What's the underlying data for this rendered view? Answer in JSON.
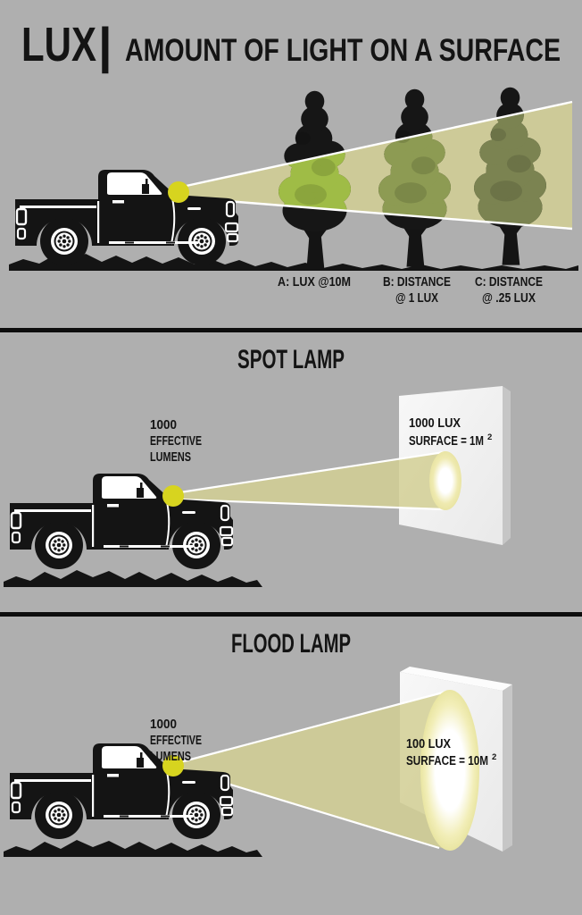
{
  "header": {
    "brand": "LUX",
    "separator": "|",
    "subtitle": "AMOUNT OF LIGHT ON A SURFACE"
  },
  "distance_diagram": {
    "label_a_line1": "A: LUX @10M",
    "label_b_line1": "B: DISTANCE",
    "label_b_line2": "@ 1 LUX",
    "label_c_line1": "C: DISTANCE",
    "label_c_line2": "@ .25 LUX"
  },
  "spot_section": {
    "heading": "SPOT LAMP",
    "lamp_output_line1": "1000",
    "lamp_output_line2": "EFFECTIVE",
    "lamp_output_line3": "LUMENS",
    "surface_line1": "1000 LUX",
    "surface_line2": "SURFACE = 1M",
    "surface_superscript": "2"
  },
  "flood_section": {
    "heading": "FLOOD LAMP",
    "lamp_output_line1": "1000",
    "lamp_output_line2": "EFFECTIVE",
    "lamp_output_line3": "LUMENS",
    "surface_line1": "100 LUX",
    "surface_line2": "SURFACE = 10M",
    "surface_superscript": "2"
  },
  "colors": {
    "background": "#afafaf",
    "ink": "#141414",
    "lamp_yellow": "#d7d41f",
    "beam_khaki": "#d2cf94",
    "tree_a_green": "#9fbc46",
    "tree_b_green": "#8d9b53",
    "tree_c_green": "#7b8351",
    "surface_white": "#f2f2f2",
    "divider_black": "#0d0d0d"
  }
}
